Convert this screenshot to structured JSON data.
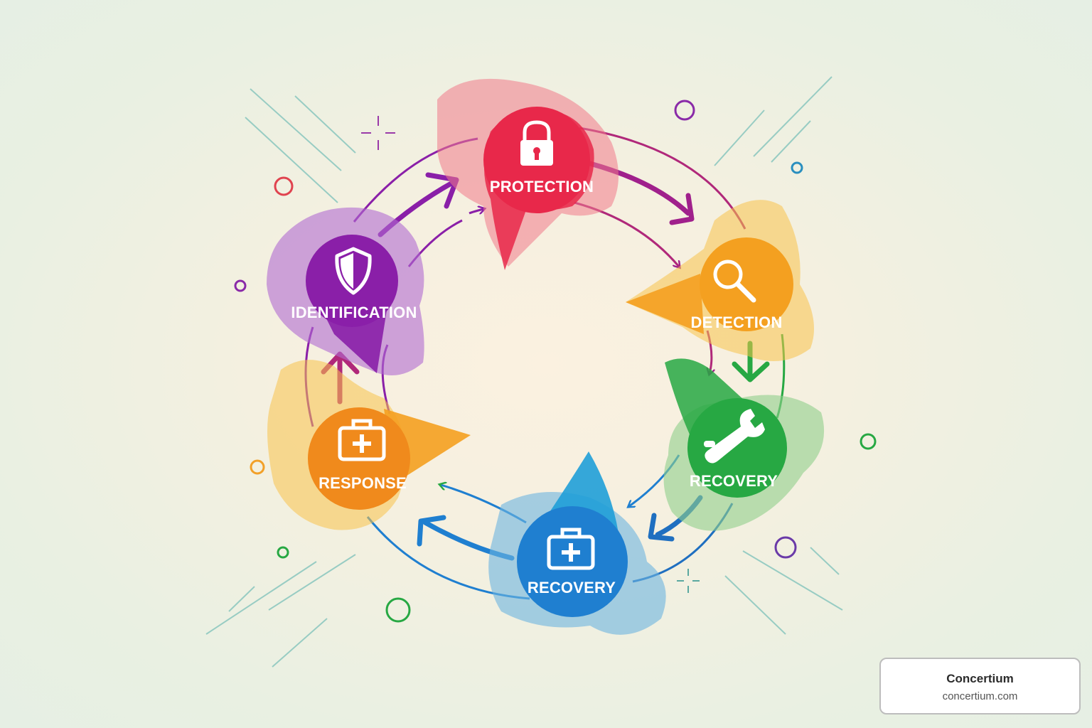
{
  "nodes": [
    {
      "id": "protection",
      "label": "PROTECTION",
      "icon": "lock-icon",
      "color": "#e8284a"
    },
    {
      "id": "detection",
      "label": "DETECTION",
      "icon": "magnifier-icon",
      "color": "#f4a020"
    },
    {
      "id": "recovery-green",
      "label": "RECOVERY",
      "icon": "wrench-icon",
      "color": "#27a843"
    },
    {
      "id": "recovery-blue",
      "label": "RECOVERY",
      "icon": "first-aid-kit-icon",
      "color": "#1f7fd0"
    },
    {
      "id": "response",
      "label": "RESPONSE",
      "icon": "first-aid-kit-icon",
      "color": "#f08a1c"
    },
    {
      "id": "identification",
      "label": "IDENTIFICATION",
      "icon": "shield-icon",
      "color": "#8a1fa8"
    }
  ],
  "brand": {
    "name": "Concertium",
    "url": "concertium.com"
  }
}
